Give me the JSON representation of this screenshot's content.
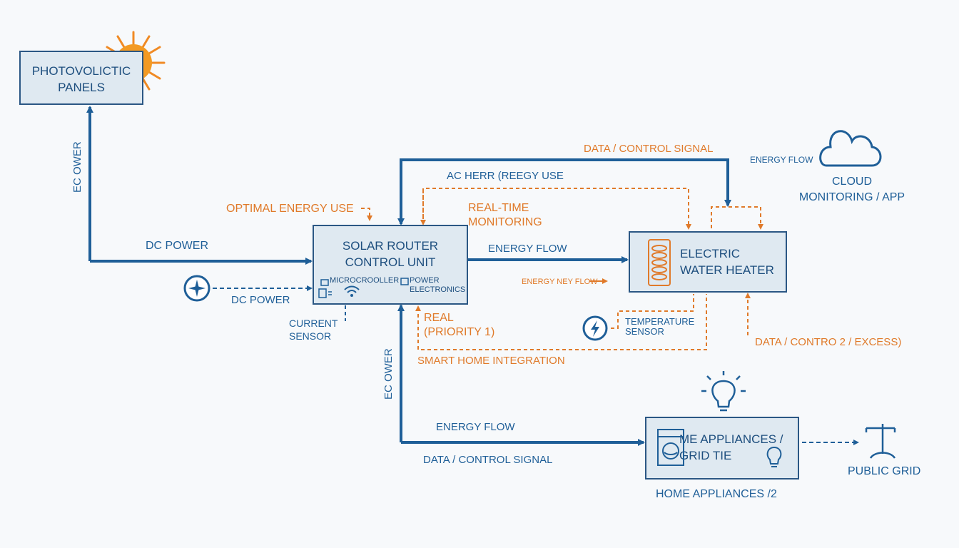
{
  "nodes": {
    "pv_panels": "PHOTOVOLICTIC\nPANELS",
    "control_unit": "SOLAR ROUTER\nCONTROL UNIT",
    "microcontroller": "MICROCROOLLER",
    "power_electronics": "POWER\nELECTRONICS",
    "water_heater": "ELECTRIC\nWATER HEATER",
    "home_appliances": "ME APPLIANCES /\nGRID TIE",
    "cloud": "CLOUD\nMONITORING / APP",
    "public_grid": "PUBLIC GRID",
    "current_sensor": "CURRENT\nSENSOR",
    "temperature_sensor": "TEMPERATURE\nSENSOR"
  },
  "labels": {
    "ec_power_top": "EC OWER",
    "ec_power_bottom": "EC OWER",
    "dc_power_main": "DC POWER",
    "dc_power_sensor": "DC POWER",
    "optimal_energy_use": "OPTIMAL ENERGY USE",
    "ac_herr": "AC HERR (REEGY USE",
    "data_control_top": "DATA / CONTROL SIGNAL",
    "real_time_monitoring": "REAL-TIME\nMONITORING",
    "energy_flow_right": "ENERGY FLOW",
    "energy_flow_cloud": "ENERGY FLOW",
    "energy_ney_flow": "ENERGY NEY FLOW",
    "real_priority": "REAL\n(PRIORITY 1)",
    "smart_home": "SMART HOME INTEGRATION",
    "data_contro_excess": "DATA / CONTRO 2 / EXCESS)",
    "energy_flow_bottom": "ENERGY FLOW",
    "data_control_bottom": "DATA / CONTROL SIGNAL",
    "home_appliances_2": "HOME APPLIANCES /2"
  },
  "icons": {
    "sun": "sun-icon",
    "cloud": "cloud-icon",
    "coil": "heating-coil-icon",
    "washer": "washing-machine-icon",
    "bulb": "light-bulb-icon",
    "grid": "power-pole-icon",
    "wifi": "wifi-icon",
    "chip": "chip-icon",
    "bolt": "bolt-icon",
    "compass": "compass-icon"
  },
  "colors": {
    "blue": "#1f5f98",
    "dark_blue": "#2b5784",
    "orange": "#e07a2a",
    "box_fill": "#dfe9f1"
  }
}
